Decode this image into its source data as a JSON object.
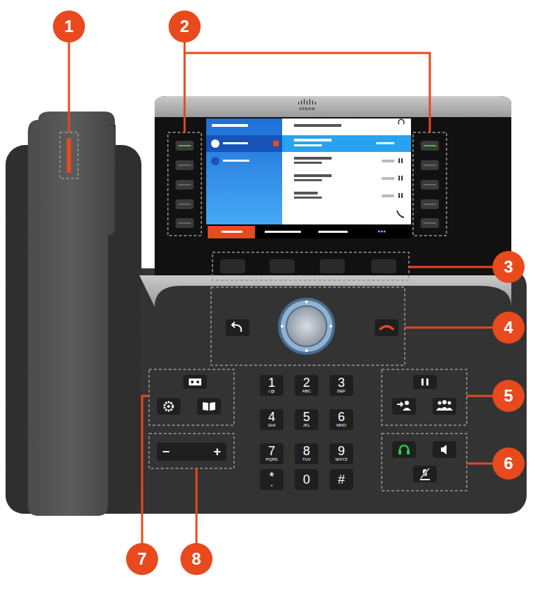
{
  "diagram": {
    "nodes": [
      {
        "text": [
          "1"
        ]
      },
      {
        "text": [
          "2"
        ]
      },
      {
        "text": [
          "3"
        ]
      },
      {
        "text": [
          "4"
        ]
      },
      {
        "text": [
          "5"
        ]
      },
      {
        "text": [
          "6"
        ]
      },
      {
        "text": [
          "7"
        ]
      },
      {
        "text": [
          "8"
        ]
      },
      {
        "text": [
          "1",
          "/.@"
        ]
      },
      {
        "text": [
          "2",
          "ABC"
        ]
      },
      {
        "text": [
          "3",
          "DEF"
        ]
      },
      {
        "text": [
          "4",
          "GHI"
        ]
      },
      {
        "text": [
          "5",
          "JKL"
        ]
      },
      {
        "text": [
          "6",
          "MNO"
        ]
      },
      {
        "text": [
          "7",
          "PQRS"
        ]
      },
      {
        "text": [
          "8",
          "TUV"
        ]
      },
      {
        "text": [
          "9",
          "WXYZ"
        ]
      },
      {
        "text": [
          "*",
          "+"
        ]
      },
      {
        "text": [
          "0"
        ]
      },
      {
        "text": [
          "#"
        ]
      },
      {
        "text": [
          "−",
          "+"
        ]
      }
    ],
    "labels": [
      "cisco"
    ]
  }
}
